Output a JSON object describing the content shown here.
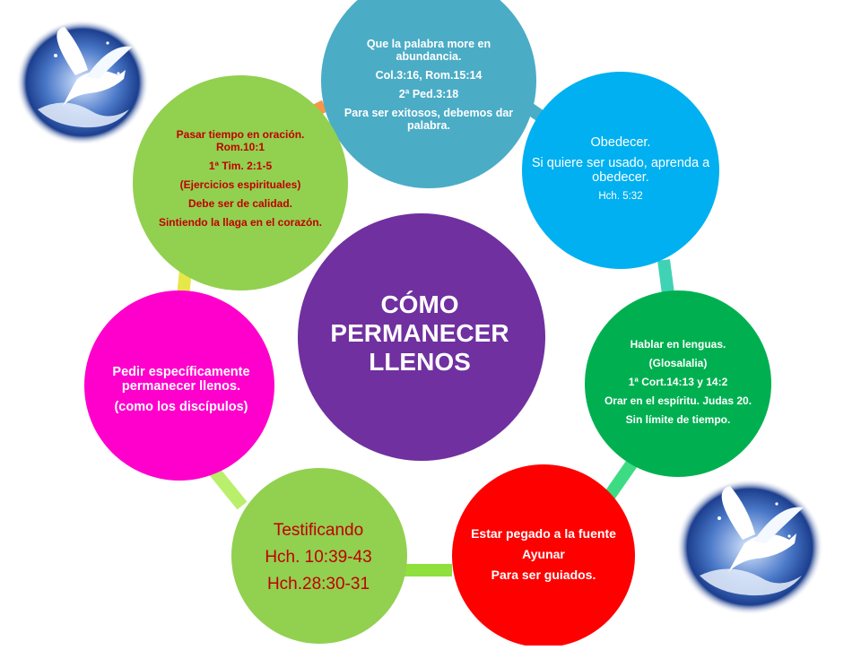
{
  "diagram": {
    "center": {
      "lines": [
        "CÓMO",
        "PERMANECER",
        "LLENOS"
      ]
    },
    "nodes": {
      "top": {
        "line1": "Que la palabra more en abundancia.",
        "line2": "Col.3:16, Rom.15:14",
        "line3": "2ª Ped.3:18",
        "line4": "Para ser exitosos, debemos dar  palabra."
      },
      "blue": {
        "line1": "Obedecer.",
        "line2": "Si quiere ser usado, aprenda a obedecer.",
        "line3": "Hch. 5:32"
      },
      "light_green": {
        "line1": "Hablar en lenguas.",
        "line2": "(Glosalalia)",
        "line3": "1ª Cort.14:13 y 14:2",
        "line4": "Orar en el espíritu. Judas 20.",
        "line5": "Sin límite de tiempo."
      },
      "red": {
        "line1": "Estar pegado a la fuente",
        "line2": "Ayunar",
        "line3": "Para ser guiados."
      },
      "yellow_green": {
        "line1": "Testificando",
        "line2": "Hch. 10:39-43",
        "line3": "Hch.28:30-31"
      },
      "pink": {
        "line1": "Pedir específicamente permanecer llenos.",
        "line2": "(como los discípulos)"
      },
      "green": {
        "line1": "Pasar tiempo en oración. Rom.10:1",
        "line2": "1ª Tim. 2:1-5",
        "line3": "(Ejercicios espirituales)",
        "line4": "Debe ser de calidad.",
        "line5": "Sintiendo la llaga en el corazón."
      }
    },
    "colors": {
      "center": "#7030a0",
      "top": "#4bacc6",
      "blue": "#00b0f0",
      "light_green": "#00b050",
      "red": "#ff0000",
      "yellow_green": "#92d050",
      "pink": "#ff00cc",
      "green": "#92d050",
      "connector_orange": "#f79646",
      "connector_teal": "#4bacc6",
      "connector_aqua": "#3fd2b4",
      "connector_green": "#3ddc84",
      "connector_lime": "#8fe03c",
      "connector_yellow": "#e6e84a",
      "connector_light_lime": "#b9ef6a"
    },
    "decorations": [
      "dove-icon",
      "dove-icon"
    ]
  }
}
